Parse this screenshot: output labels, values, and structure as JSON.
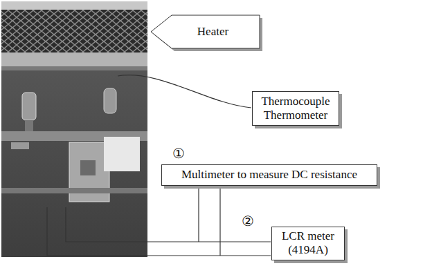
{
  "diagram": {
    "nodes": [
      {
        "text": [
          "Heater"
        ]
      },
      {
        "text": [
          "Thermocouple Thermometer"
        ]
      },
      {
        "text": [
          "Multimeter to measure DC resistance"
        ]
      },
      {
        "text": [
          "LCR meter (4194A)"
        ]
      }
    ],
    "labels": [
      "①",
      "②"
    ]
  }
}
